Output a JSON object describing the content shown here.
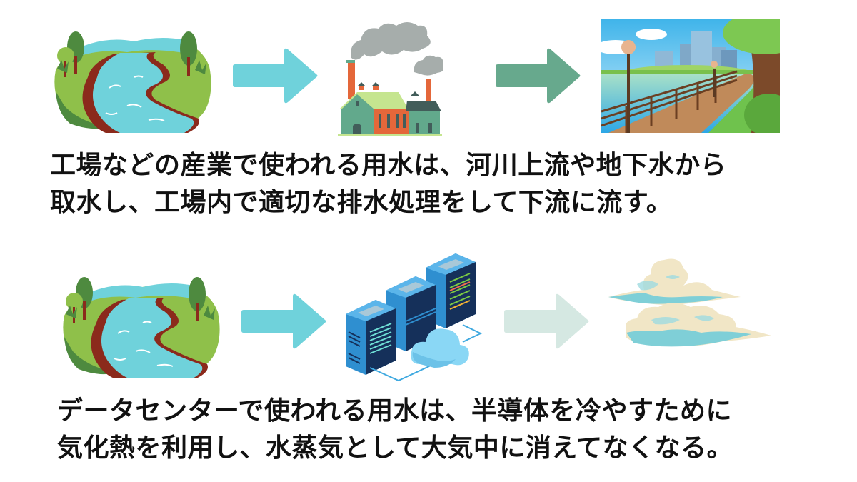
{
  "flows": [
    {
      "name": "industrial",
      "steps": [
        {
          "icon": "river-icon",
          "label": "river"
        },
        {
          "icon": "factory-icon",
          "label": "factory"
        },
        {
          "icon": "riverside-park-icon",
          "label": "downstream-river-park"
        }
      ],
      "arrows": [
        {
          "icon": "arrow-right-icon",
          "color": "#6fd2db"
        },
        {
          "icon": "arrow-right-icon",
          "color": "#67a98d"
        }
      ],
      "caption_lines": [
        "工場などの産業で使われる用水は、河川上流や地下水から",
        "取水し、工場内で適切な排水処理をして下流に流す。"
      ]
    },
    {
      "name": "datacenter",
      "steps": [
        {
          "icon": "river-icon",
          "label": "river"
        },
        {
          "icon": "server-racks-cloud-icon",
          "label": "data-center"
        },
        {
          "icon": "clouds-icon",
          "label": "water-vapor-clouds"
        }
      ],
      "arrows": [
        {
          "icon": "arrow-right-icon",
          "color": "#6fd2db"
        },
        {
          "icon": "arrow-right-icon",
          "color": "#d5e8e2"
        }
      ],
      "caption_lines": [
        "データセンターで使われる用水は、半導体を冷やすために",
        "気化熱を利用し、水蒸気として大気中に消えてなくなる。"
      ]
    }
  ],
  "colors": {
    "water": "#6fd2db",
    "grass": "#8fc04a",
    "dark_green": "#4e8a3f",
    "bank": "#8b2a1c",
    "smoke": "#a6adab",
    "brick": "#e4673a",
    "roof_light": "#c5e58f",
    "building_green": "#62a98c",
    "roof_dark": "#425d5a",
    "server_blue": "#2f8fd0",
    "server_dark": "#15305a",
    "cloud_light": "#8ad7f5",
    "cloud_cream": "#f1e6c6",
    "cloud_teal": "#7fcfd7"
  }
}
